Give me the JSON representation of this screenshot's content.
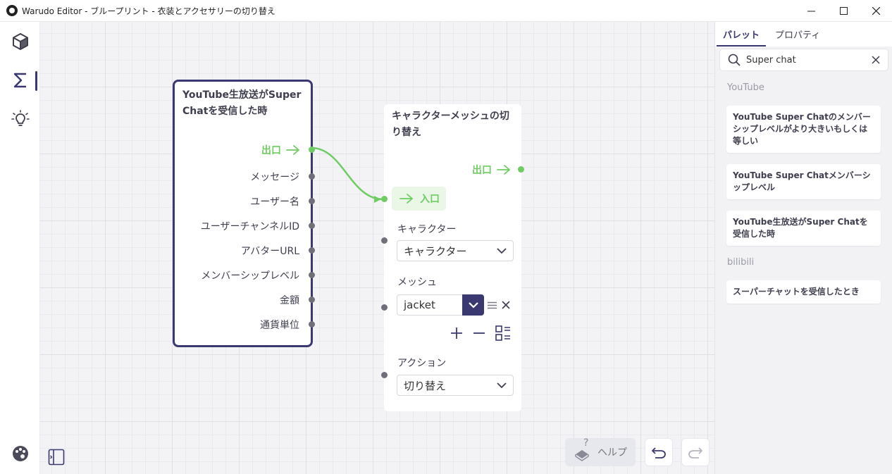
{
  "window": {
    "title": "Warudo Editor - ブループリント - 衣装とアクセサリーの切り替え",
    "minimize": "—",
    "maximize": "☐",
    "close": "✕"
  },
  "rail": {
    "items": [
      "scene-icon",
      "blueprint-icon",
      "tips-icon"
    ],
    "bottom": [
      "settings-palette-icon",
      "toggle-panel-icon"
    ]
  },
  "node_trigger": {
    "title": "YouTube生放送がSuper Chatを受信した時",
    "out_label": "出口",
    "ports": [
      "メッセージ",
      "ユーザー名",
      "ユーザーチャンネルID",
      "アバターURL",
      "メンバーシップレベル",
      "金額",
      "通貨単位"
    ]
  },
  "node_switch": {
    "title": "キャラクターメッシュの切り替え",
    "out_label": "出口",
    "entry_label": "入口",
    "character_label": "キャラクター",
    "character_value": "キャラクター",
    "mesh_label": "メッシュ",
    "mesh_value": "jacket",
    "action_label": "アクション",
    "action_value": "切り替え"
  },
  "controls": {
    "help_label": "ヘルプ",
    "help_mark": "?"
  },
  "panel": {
    "tabs": [
      "パレット",
      "プロパティ"
    ],
    "search_value": "Super chat",
    "sections": [
      {
        "label": "YouTube",
        "items": [
          "YouTube Super Chatのメンバーシップレベルがより大きいもしくは等しい",
          "YouTube Super Chatメンバーシップレベル",
          "YouTube生放送がSuper Chatを受信した時"
        ]
      },
      {
        "label": "bilibili",
        "items": [
          "スーパーチャットを受信したとき"
        ]
      }
    ]
  },
  "colors": {
    "accent": "#3a3870",
    "flow": "#6fcc62",
    "port": "#6f6f7a"
  }
}
